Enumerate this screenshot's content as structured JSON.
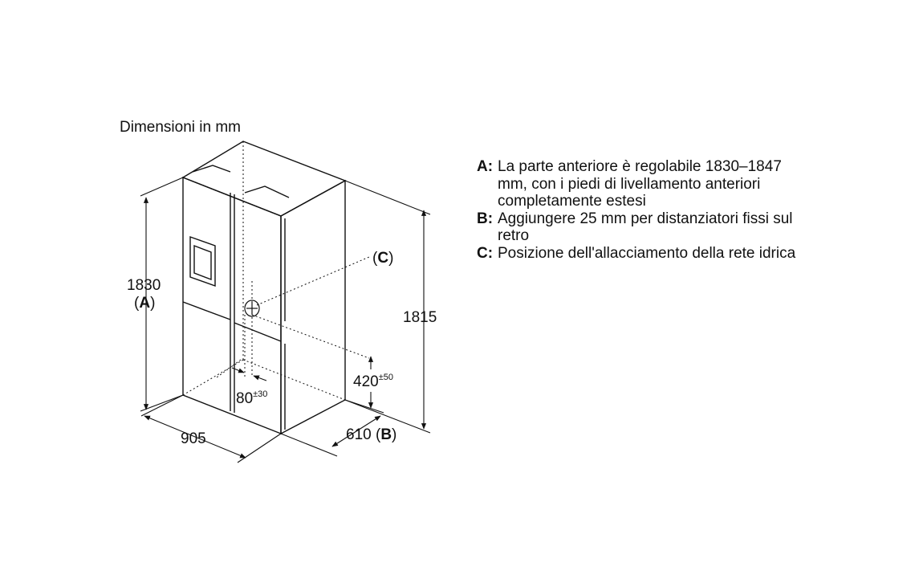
{
  "title": "Dimensioni in mm",
  "dimensions": {
    "height_total": "1830",
    "height_total_ref": "A",
    "height_body": "1815",
    "width": "905",
    "depth": "610",
    "depth_ref": "B",
    "water_height": "420",
    "water_height_tol": "±50",
    "water_offset": "80",
    "water_offset_tol": "±30",
    "water_ref": "C"
  },
  "notes": [
    {
      "key": "A:",
      "text": "La parte anteriore è regolabile 1830–1847 mm, con i piedi di livellamento anteriori completamente estesi"
    },
    {
      "key": "B:",
      "text": "Aggiungere 25 mm per distanziatori fissi sul retro"
    },
    {
      "key": "C:",
      "text": "Posizione dell'allacciamento della rete idrica"
    }
  ]
}
